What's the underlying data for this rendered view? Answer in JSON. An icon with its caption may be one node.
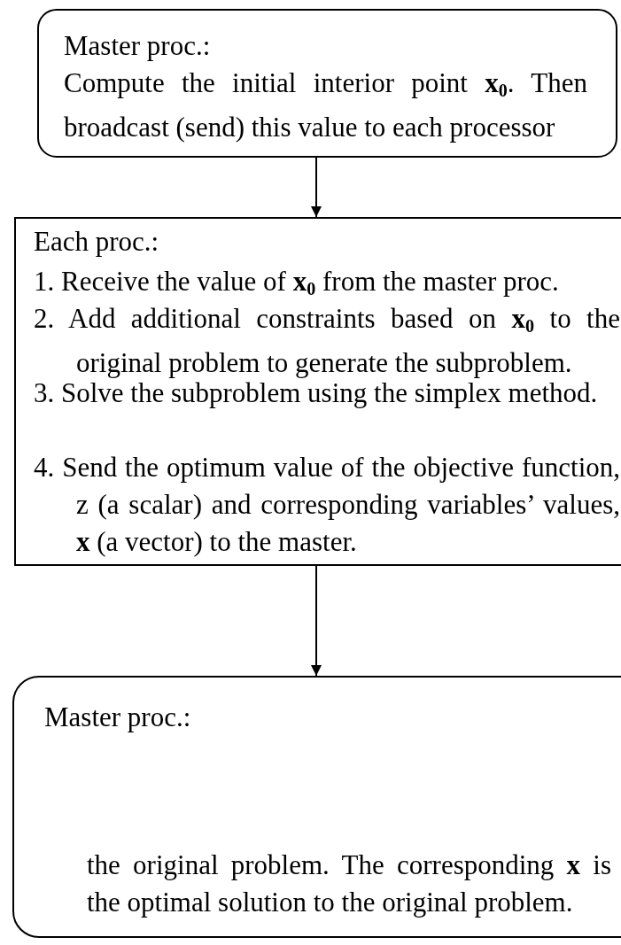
{
  "diagram": {
    "nodes": [
      {
        "text": [
          "Master proc.:",
          "Compute the initial interior point **x**$_{0}$. Then broadcast (send) this value to each processor"
        ]
      },
      {
        "text": [
          "Each proc.:",
          "1. Receive the value of **x**$_{0}$ from the master proc.",
          "2. Add additional constraints based on **x**$_{0}$ to the original problem to generate the subproblem.",
          "3. Solve the subproblem using the simplex method.",
          "4. Send the optimum value of the objective function, z (a scalar) and corresponding variables’ values, **x** (a vector) to the master."
        ]
      },
      {
        "text": [
          "Master proc.:",
          "the original problem. The corresponding **x** is the optimal solution to the original problem."
        ]
      }
    ],
    "edges": [
      {
        "from": 0,
        "to": 1,
        "arrow": "to"
      },
      {
        "from": 1,
        "to": 2,
        "arrow": "to"
      }
    ]
  }
}
